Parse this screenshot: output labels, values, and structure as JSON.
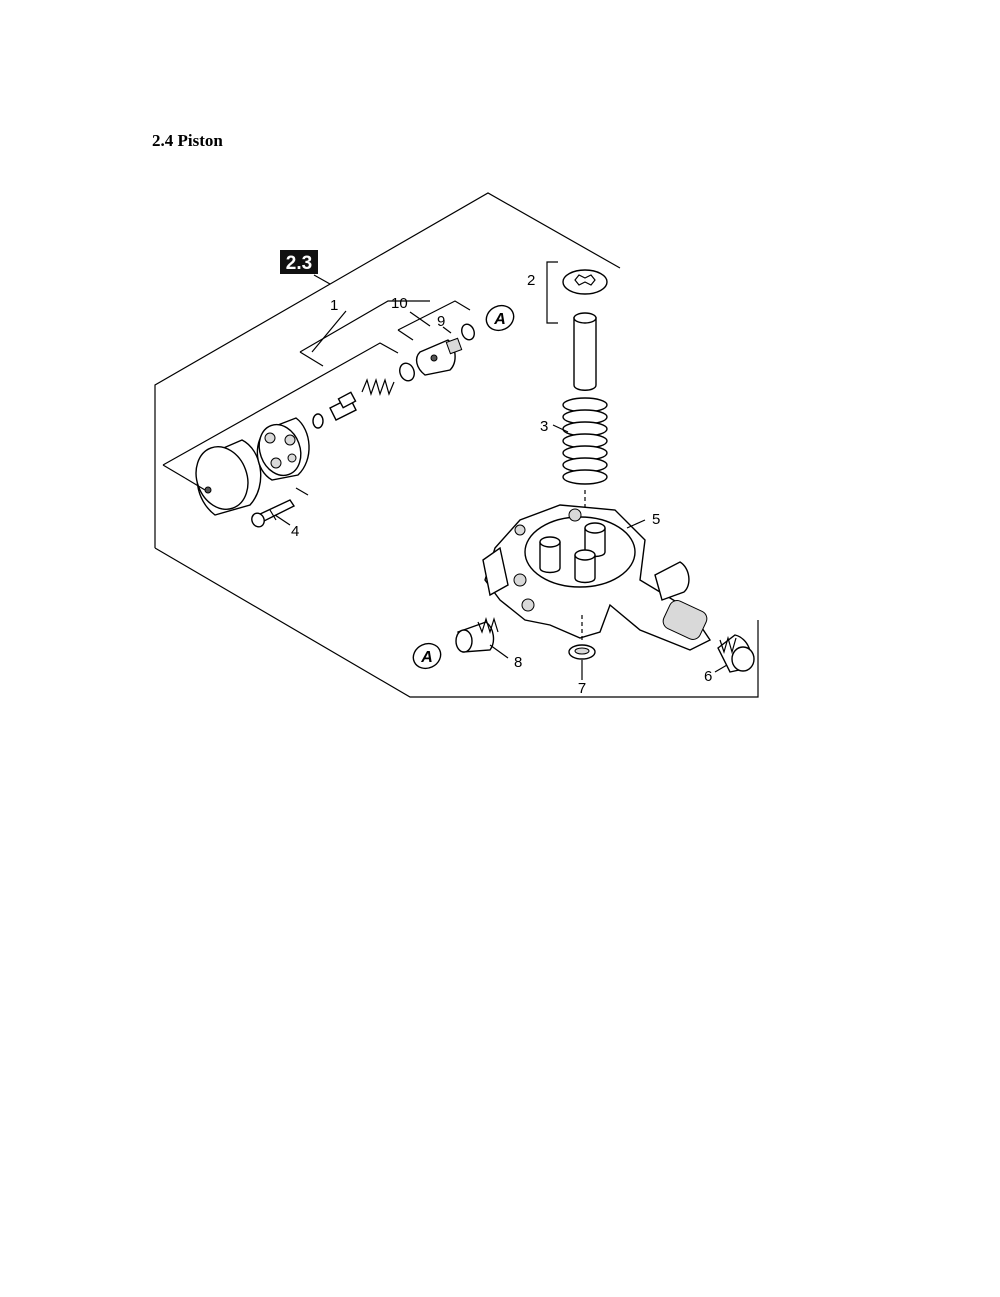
{
  "heading": "2.4 Piston",
  "badge": "2.3",
  "callouts": {
    "c1": "1",
    "c2": "2",
    "c3": "3",
    "c4": "4",
    "c5": "5",
    "c6": "6",
    "c7": "7",
    "c8": "8",
    "c9": "9",
    "c10": "10"
  },
  "connector_label": "A"
}
